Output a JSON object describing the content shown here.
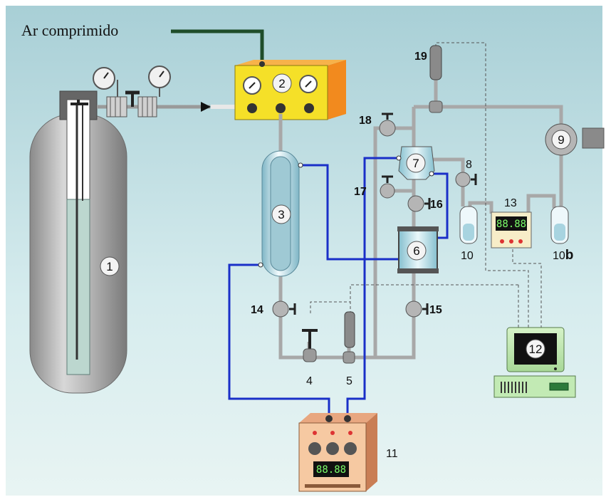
{
  "title": "Ar comprimido",
  "labels": {
    "n1": "1",
    "n2": "2",
    "n3": "3",
    "n4": "4",
    "n5": "5",
    "n6": "6",
    "n7": "7",
    "n8": "8",
    "n9": "9",
    "n10": "10",
    "n10b_num": "10",
    "n10b_suffix": "b",
    "n11": "11",
    "n12": "12",
    "n13": "13",
    "n14": "14",
    "n15": "15",
    "n16": "16",
    "n17": "17",
    "n18": "18",
    "n19": "19"
  },
  "displays": {
    "controller_13": "88.88",
    "controller_11": "88.88"
  },
  "colors": {
    "background": "#c9e4e8",
    "pipe_gray": "#a8a8a8",
    "pipe_blue": "#1a2fc8",
    "air_line": "#1f4d2a",
    "box_yellow": "#f5e028",
    "box_orange": "#f28a1e",
    "heater_box": "#f6c9a2",
    "monitor_green": "#c2eab4"
  }
}
